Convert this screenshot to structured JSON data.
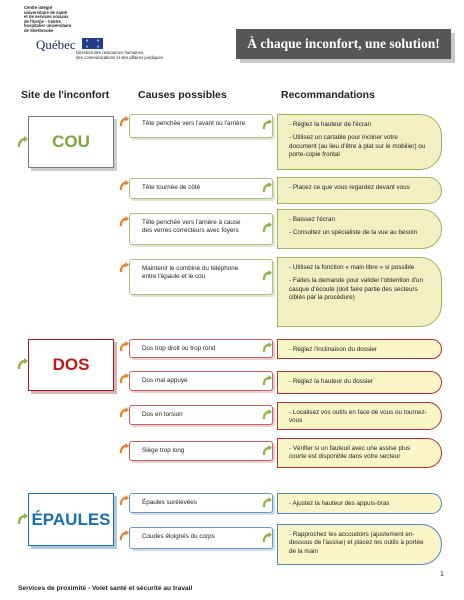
{
  "header": {
    "org_lines": [
      "Centre intégré",
      "universitaire de santé",
      "et de services sociaux",
      "de l'Estrie - Centre",
      "hospitalier universitaire",
      "de Sherbrooke"
    ],
    "quebec_word": "Québec",
    "quebec_sub": [
      "Direction des ressources humaines,",
      "des communications et des affaires juridiques"
    ],
    "banner_title": "À chaque inconfort, une solution!"
  },
  "columns": {
    "site": "Site de l'inconfort",
    "causes": "Causes possibles",
    "recommendations": "Recommandations"
  },
  "sites": {
    "cou": "COU",
    "dos": "DOS",
    "epaules": "ÉPAULES"
  },
  "rows": [
    {
      "cause": "Tête penchée vers l'avant ou l'arrière",
      "recos": [
        "- Réglez la hauteur de l'écran",
        "- Utilisez un cartable pour incliner votre document (au lieu d'être à plat sur le mobilier) ou porte-copie frontal"
      ]
    },
    {
      "cause": "Tête tournée de côté",
      "recos": [
        "- Placez ce que vous regardez devant vous"
      ]
    },
    {
      "cause": "Tête penchée vers l'arrière à cause des verres correcteurs avec foyers",
      "recos": [
        "- Baissez l'écran",
        "- Consultez un spécialiste de la vue au besoin"
      ]
    },
    {
      "cause": "Maintenir le combiné du téléphone entre l'épaule et le cou",
      "recos": [
        "- Utilisez la fonction « main libre » si possible",
        "- Faites la demande pour valider l'obtention d'un casque d'écoute (doit faire partie des secteurs ciblés par la procédure)"
      ]
    },
    {
      "cause": "Dos trop droit ou trop rond",
      "recos": [
        "- Réglez l'inclinaison du dossier"
      ]
    },
    {
      "cause": "Dos mal appuyé",
      "recos": [
        "- Réglez la hauteur du dossier"
      ]
    },
    {
      "cause": "Dos en torsion",
      "recos": [
        "- Localisez vos outils en face de vous ou tournez-vous"
      ]
    },
    {
      "cause": "Siège trop long",
      "recos": [
        "- Vérifier si un fauteuil avec une assise plus courte est disponible dans votre secteur"
      ]
    },
    {
      "cause": "Épaules surélevées",
      "recos": [
        "- Ajustez la hauteur des appuis-bras"
      ]
    },
    {
      "cause": "Coudes éloignés du corps",
      "recos": [
        "- Rapprochez les accoudoirs (ajustement en-dessous de l'assise) et placez les outils à portée de la main"
      ]
    }
  ],
  "footer": "Services de proximité - Volet santé et sécurité au travail",
  "page_number": "1",
  "colors": {
    "cou": "#7fa33a",
    "dos": "#c01818",
    "epaules": "#1a6fb3",
    "arrow_orange": "#e8822a",
    "arrow_green": "#8fb24a",
    "reco_fill": "#faf5c6"
  },
  "icons": {
    "site_arrow": "curved-arrow-icon",
    "cause_arrow": "curved-arrow-icon"
  }
}
